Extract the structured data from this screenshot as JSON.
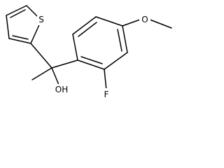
{
  "molecule": {
    "atom_labels": {
      "sulfur": "S",
      "oxygen_methoxy": "O",
      "fluorine": "F",
      "hydroxyl": "OH"
    }
  }
}
